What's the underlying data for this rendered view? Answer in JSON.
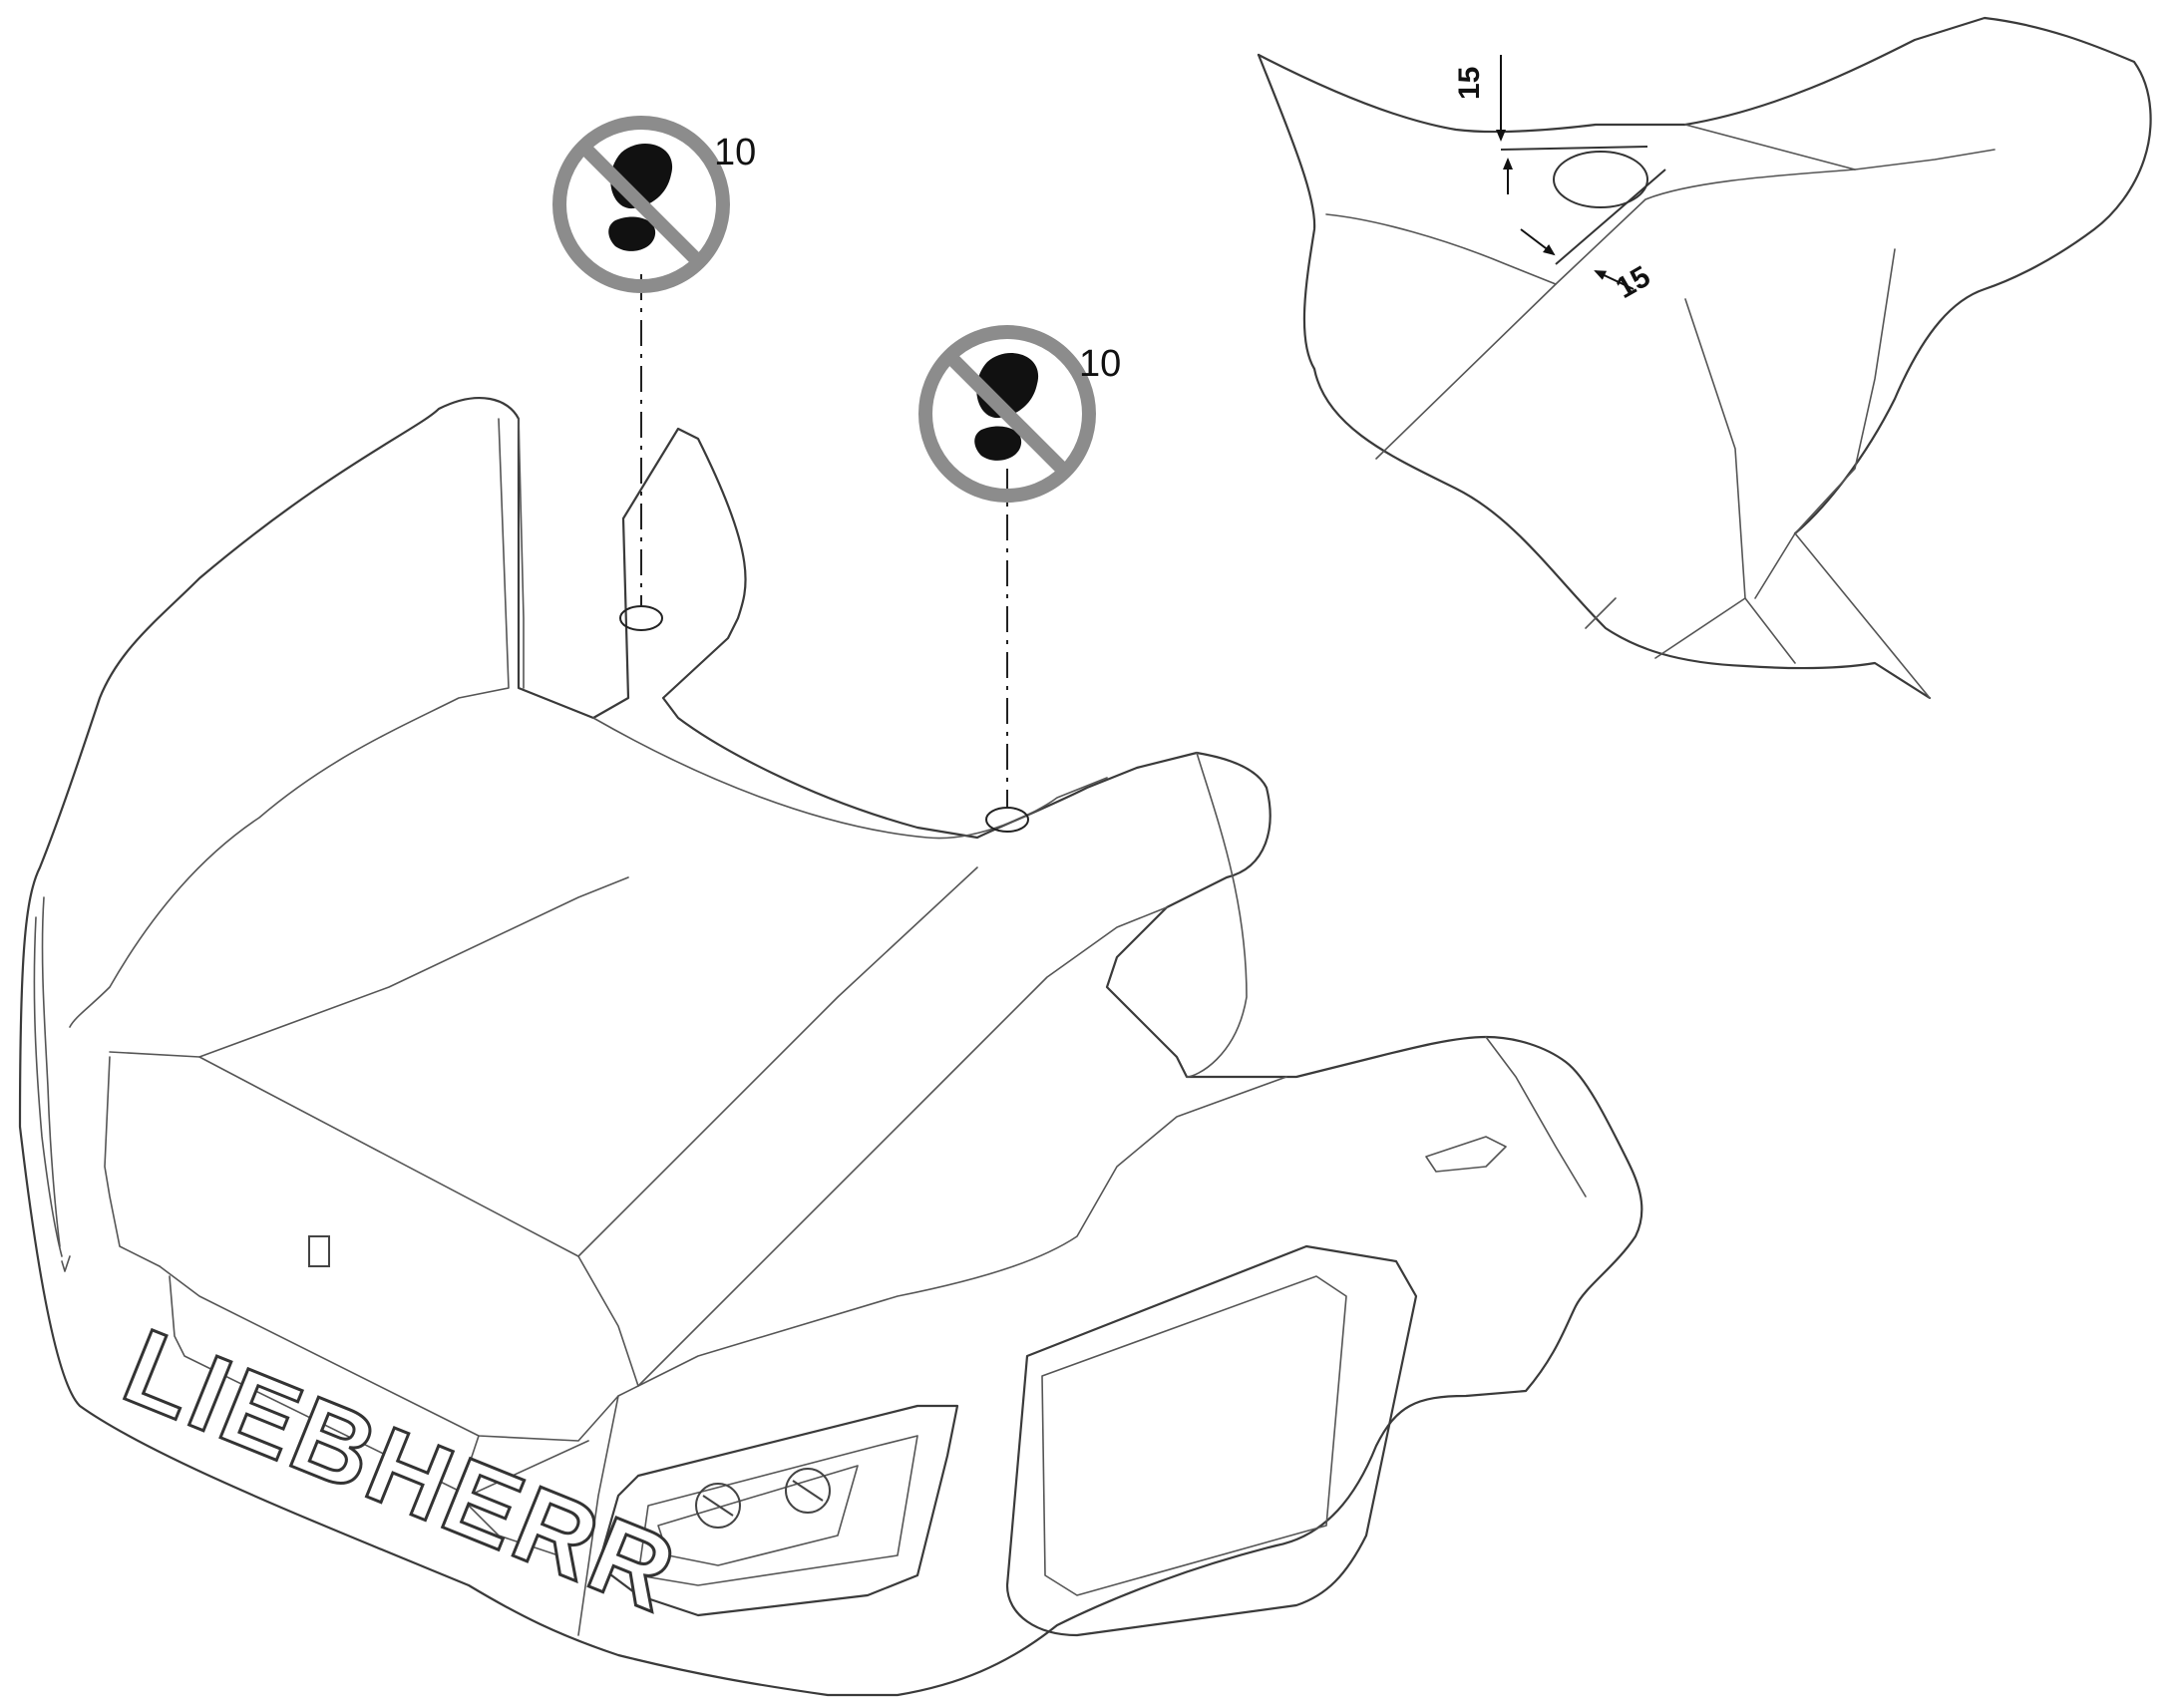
{
  "callouts": [
    {
      "label": "10"
    },
    {
      "label": "10"
    }
  ],
  "detail_view": {
    "dimension_top": "15",
    "dimension_side": "15"
  },
  "brand_text": "LIEBHERR",
  "symbols": [
    {
      "icon": "no-step-icon",
      "ring_color": "#8c8c8c",
      "foot_color": "#111111"
    },
    {
      "icon": "no-step-icon",
      "ring_color": "#8c8c8c",
      "foot_color": "#111111"
    }
  ]
}
